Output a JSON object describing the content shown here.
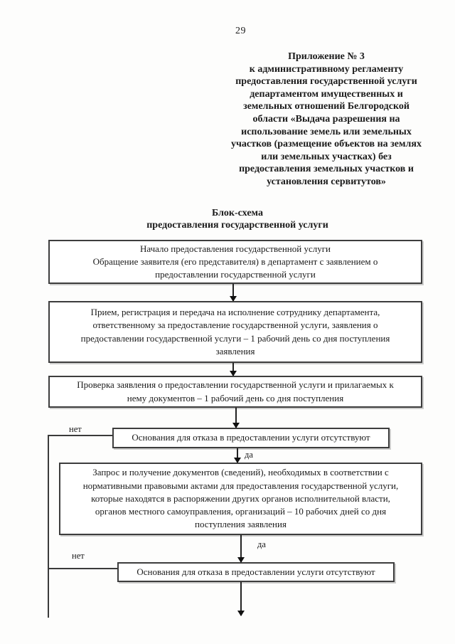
{
  "page_number": "29",
  "appendix": {
    "lines": [
      "Приложение № 3",
      "к административному регламенту",
      "предоставления государственной услуги",
      "департаментом имущественных и",
      "земельных отношений Белгородской",
      "области «Выдача разрешения на",
      "использование земель или земельных",
      "участков (размещение объектов на землях",
      "или земельных участках) без",
      "предоставления земельных участков и",
      "установления сервитутов»"
    ]
  },
  "diagram": {
    "title": [
      "Блок-схема",
      "предоставления государственной услуги"
    ],
    "box_start": {
      "lines": [
        "Начало предоставления государственной услуги",
        "Обращение заявителя (его представителя) в департамент с заявлением о",
        "предоставлении государственной услуги"
      ]
    },
    "box_intake": {
      "lines": [
        "Прием, регистрация и передача на исполнение сотруднику департамента,",
        "ответственному за предоставление государственной услуги, заявления о",
        "предоставлении государственной услуги – 1 рабочий день со дня поступления",
        "заявления"
      ]
    },
    "box_check": {
      "lines": [
        "Проверка заявления о предоставлении государственной услуги и прилагаемых к",
        "нему документов – 1 рабочий день со дня поступления"
      ]
    },
    "box_grounds1": {
      "text": "Основания для отказа в предоставлении услуги отсутствуют"
    },
    "box_request": {
      "lines": [
        "Запрос и получение документов (сведений), необходимых в соответствии с",
        "нормативными правовыми актами для предоставления государственной услуги,",
        "которые находятся в распоряжении других органов исполнительной власти,",
        "органов местного самоуправления, организаций – 10 рабочих дней со дня",
        "поступления заявления"
      ]
    },
    "box_grounds2": {
      "text": "Основания для отказа в предоставлении услуги отсутствуют"
    },
    "branch_labels": {
      "no1": "нет",
      "yes1": "да",
      "no2": "нет",
      "yes2": "да"
    }
  },
  "colors": {
    "ink": "#1b1b1b",
    "box_border": "#3d3d3d",
    "paper": "#fdfdfc"
  }
}
